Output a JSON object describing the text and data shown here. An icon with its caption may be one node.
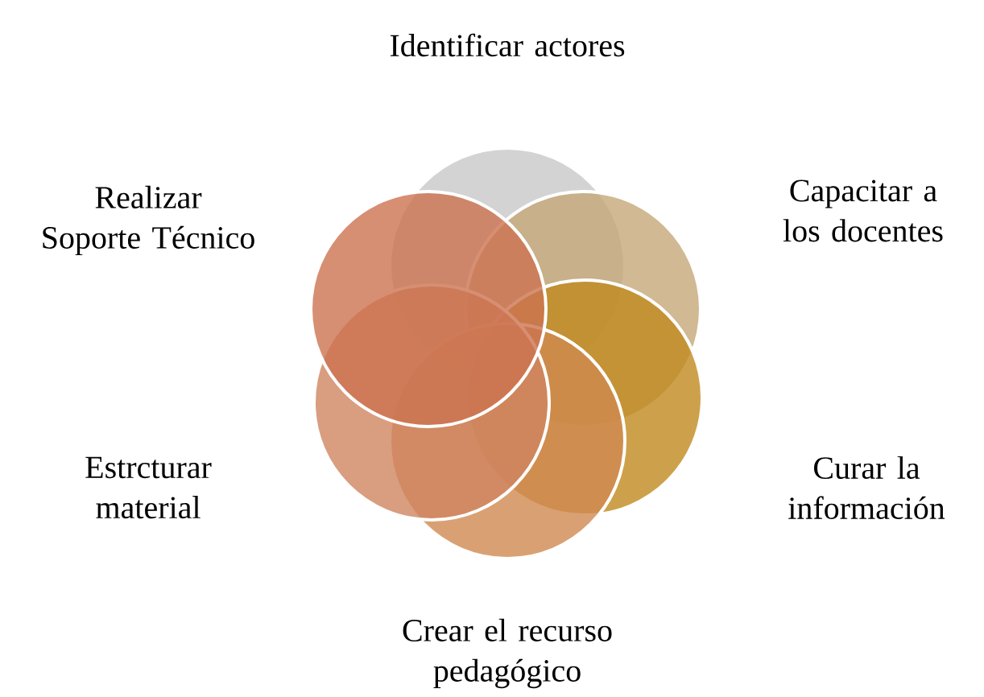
{
  "diagram": {
    "labels": [
      "Identificar actores",
      "Realizar Soporte Técnico",
      "Capacitar a los docentes",
      "Estrcturar material",
      "Curar la información",
      "Crear el recurso pedagógico"
    ]
  }
}
